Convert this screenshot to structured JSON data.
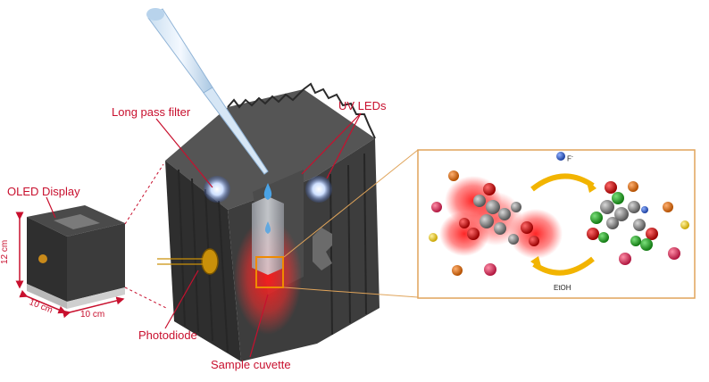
{
  "labels": {
    "long_pass_filter": "Long pass filter",
    "uv_leds": "UV LEDs",
    "oled_display": "OLED Display",
    "photodiode": "Photodiode",
    "sample_cuvette": "Sample cuvette",
    "dim_height": "12 cm",
    "dim_depth": "10 cm",
    "dim_width": "10 cm",
    "fluoride": "F",
    "fluoride_charge": "-",
    "solvent": "EtOH"
  },
  "colors": {
    "label_red": "#c8102e",
    "inset_border": "#e0a45a",
    "arrow_yellow": "#f2b400",
    "device_dark": "#3a3a3a"
  }
}
